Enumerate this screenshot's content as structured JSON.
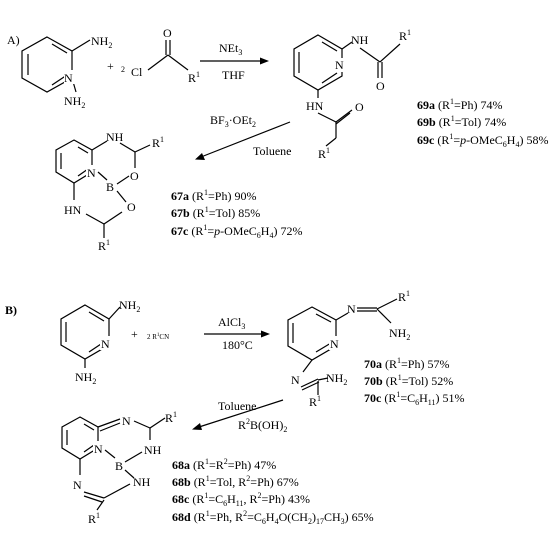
{
  "section_a": {
    "label": "A)",
    "reactant_amino": "NH",
    "reactant_n": "N",
    "reactant_amine_bottom": "NH",
    "plus": "+",
    "stoich": "2",
    "reagent_o": "O",
    "reagent_cl": "Cl",
    "reagent_r": "R",
    "step1_reagent": "NEt",
    "step1_solvent": "THF",
    "product_nh_top": "NH",
    "product_n": "N",
    "product_o_top": "O",
    "product_r_top": "R",
    "product_hn": "HN",
    "product_o_bottom": "O",
    "product_r_bottom": "R",
    "products_69": [
      {
        "id": "69a",
        "sub": "Ph",
        "yield": "74%"
      },
      {
        "id": "69b",
        "sub": "Tol",
        "yield": "74%"
      },
      {
        "id": "69c",
        "sub": "p-OMeC6H4",
        "yield": "58%"
      }
    ],
    "step2_reagent": "BF",
    "step2_solvent": "Toluene",
    "boron_nh": "NH",
    "boron_n": "N",
    "boron_b": "B",
    "boron_o_top": "O",
    "boron_o_bottom": "O",
    "boron_hn": "HN",
    "boron_r_top": "R",
    "boron_r_bottom": "R",
    "products_67": [
      {
        "id": "67a",
        "sub": "Ph",
        "yield": "90%"
      },
      {
        "id": "67b",
        "sub": "Tol",
        "yield": "85%"
      },
      {
        "id": "67c",
        "sub": "p-OMeC6H4",
        "yield": "72%"
      }
    ]
  },
  "section_b": {
    "label": "B)",
    "reactant_nh_top": "NH",
    "reactant_n": "N",
    "reactant_nh_bottom": "NH",
    "plus": "+",
    "reagent": "2 R",
    "reagent_suffix": "CN",
    "step1_reagent": "AlCl",
    "step1_temp": "180°C",
    "amidine_n_top": "N",
    "amidine_r_top": "R",
    "amidine_nh2_top": "NH",
    "amidine_py_n": "N",
    "amidine_n_bottom": "N",
    "amidine_nh2_bottom": "NH",
    "amidine_r_bottom": "R",
    "products_70": [
      {
        "id": "70a",
        "sub": "Ph",
        "yield": "57%"
      },
      {
        "id": "70b",
        "sub": "Tol",
        "yield": "52%"
      },
      {
        "id": "70c",
        "sub": "C6H11",
        "yield": "51%"
      }
    ],
    "step2_solvent": "Toluene",
    "step2_reagent": "R",
    "boron_n_top": "N",
    "boron_r_top": "R",
    "boron_n_center": "N",
    "boron_b": "B",
    "boron_nh_right": "NH",
    "boron_n_left": "N",
    "boron_nh_bottom": "NH",
    "boron_r_bottom": "R",
    "products_68": [
      {
        "id": "68a",
        "text": "(R1=R2=Ph) 47%"
      },
      {
        "id": "68b",
        "text": "(R1=Tol, R2=Ph) 67%"
      },
      {
        "id": "68c",
        "text": "(R1=C6H11, R2=Ph) 43%"
      },
      {
        "id": "68d",
        "text": "(R1=Ph, R2=C6H4O(CH2)17CH3) 65%"
      }
    ]
  }
}
